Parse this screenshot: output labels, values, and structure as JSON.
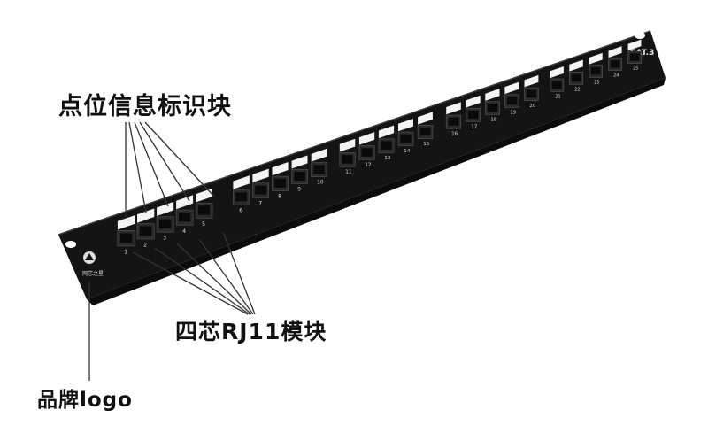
{
  "callouts": {
    "info_label": "点位信息标识块",
    "rj11_label": "四芯RJ11模块",
    "logo_label": "品牌logo"
  },
  "panel": {
    "cat_label": "CAT.3",
    "brand_text": "网芯之星",
    "port_numbers": [
      "1",
      "2",
      "3",
      "4",
      "5",
      "6",
      "7",
      "8",
      "9",
      "10",
      "11",
      "12",
      "13",
      "14",
      "15",
      "16",
      "17",
      "18",
      "19",
      "20",
      "21",
      "22",
      "23",
      "24",
      "25"
    ]
  },
  "colors": {
    "panel": "#141414",
    "panel_edge": "#3a3a3a",
    "port": "#2a2a2a",
    "port_hole": "#0a0a0a",
    "label_block": "#f4f4f4",
    "leader": "#333333",
    "text": "#111111"
  }
}
